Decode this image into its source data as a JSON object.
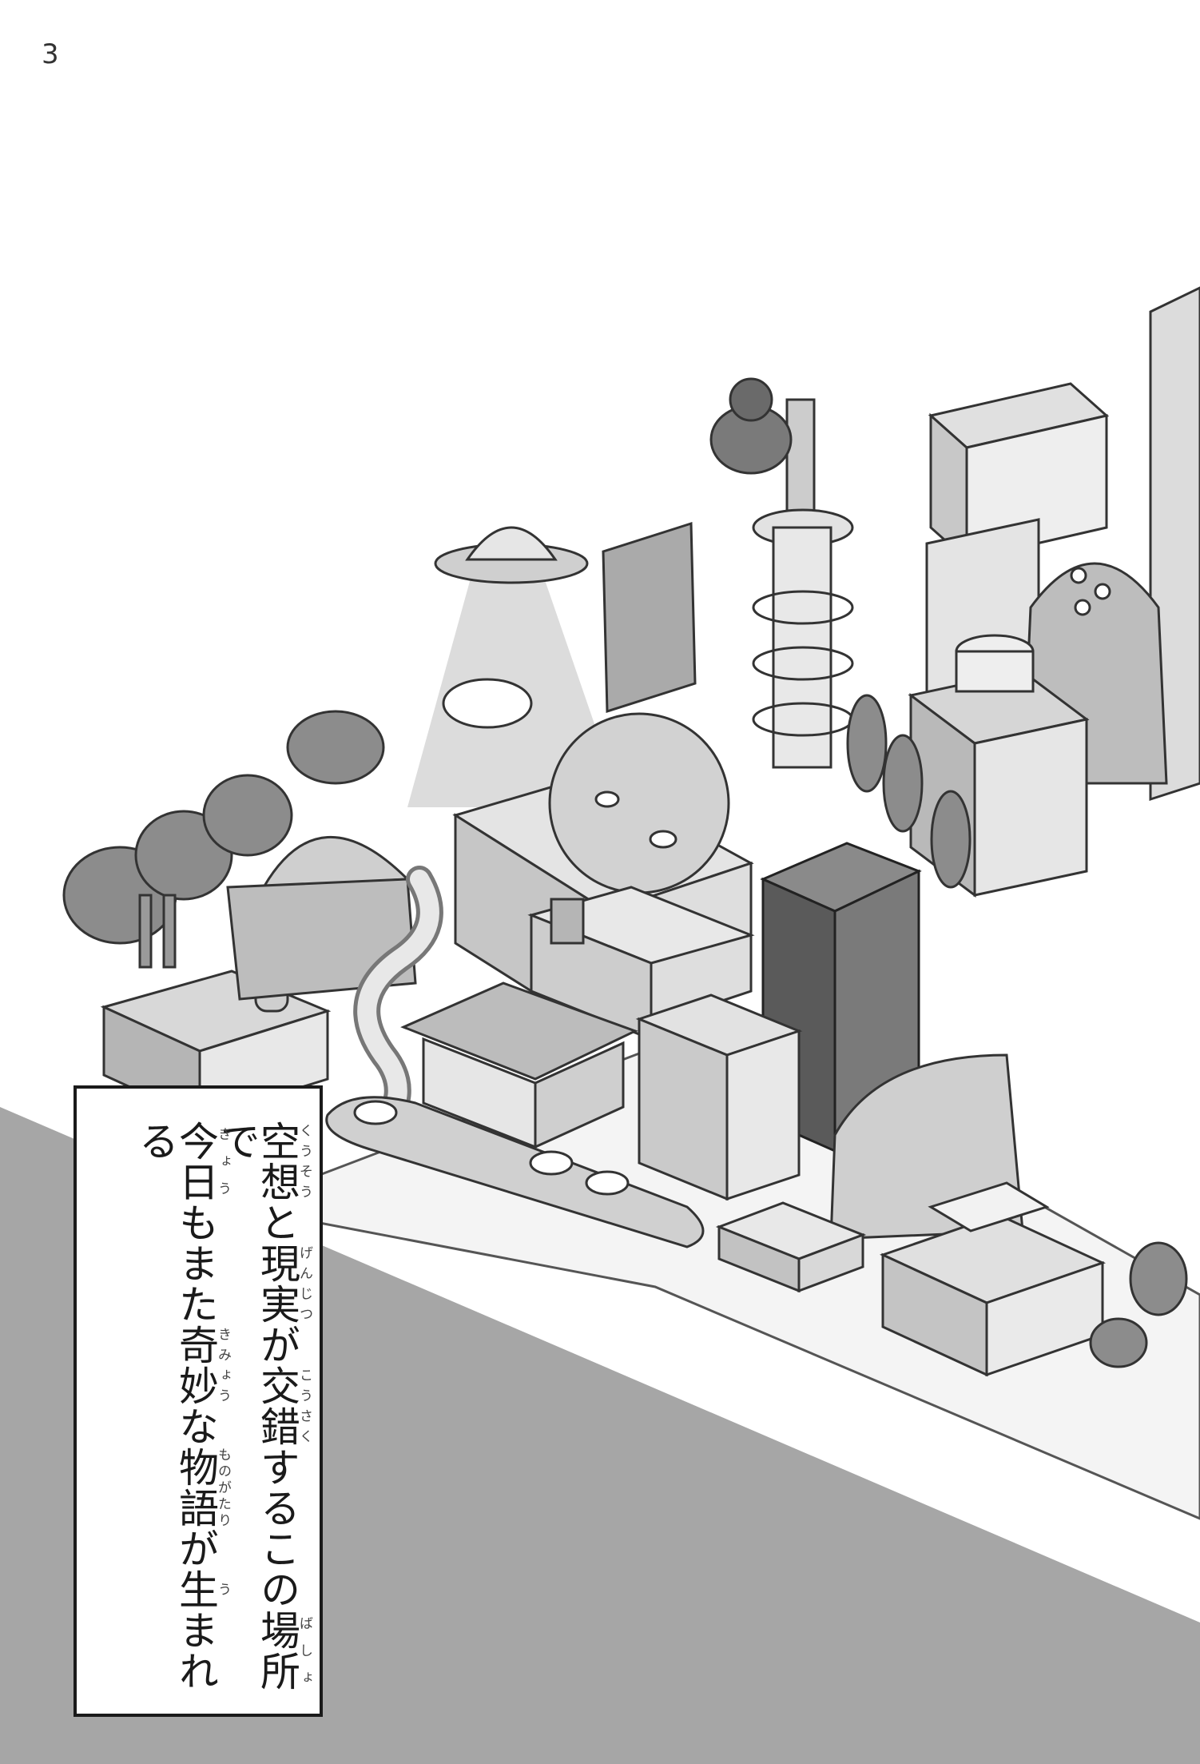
{
  "page_number": "3",
  "caption": {
    "line1": [
      {
        "base": "空想",
        "ruby": "くうそう"
      },
      {
        "base": "と",
        "ruby": ""
      },
      {
        "base": "現実",
        "ruby": "げんじつ"
      },
      {
        "base": "が",
        "ruby": ""
      },
      {
        "base": "交錯",
        "ruby": "こうさく"
      },
      {
        "base": "するこの",
        "ruby": ""
      },
      {
        "base": "場所",
        "ruby": "ばしょ"
      },
      {
        "base": "で",
        "ruby": ""
      }
    ],
    "line2": [
      {
        "base": "今日",
        "ruby": "きょう"
      },
      {
        "base": "もまた",
        "ruby": ""
      },
      {
        "base": "奇妙",
        "ruby": "きみょう"
      },
      {
        "base": "な",
        "ruby": ""
      },
      {
        "base": "物語",
        "ruby": "ものがたり"
      },
      {
        "base": "が",
        "ruby": ""
      },
      {
        "base": "生",
        "ruby": "う"
      },
      {
        "base": "まれる",
        "ruby": ""
      }
    ]
  },
  "colors": {
    "sidewalk_shadow": "#a6a6a6",
    "ink": "#1a1a1a",
    "building_light": "#e6e6e6",
    "building_mid": "#c8c8c8",
    "building_dark": "#6e6e6e",
    "tree": "#8c8c8c"
  }
}
